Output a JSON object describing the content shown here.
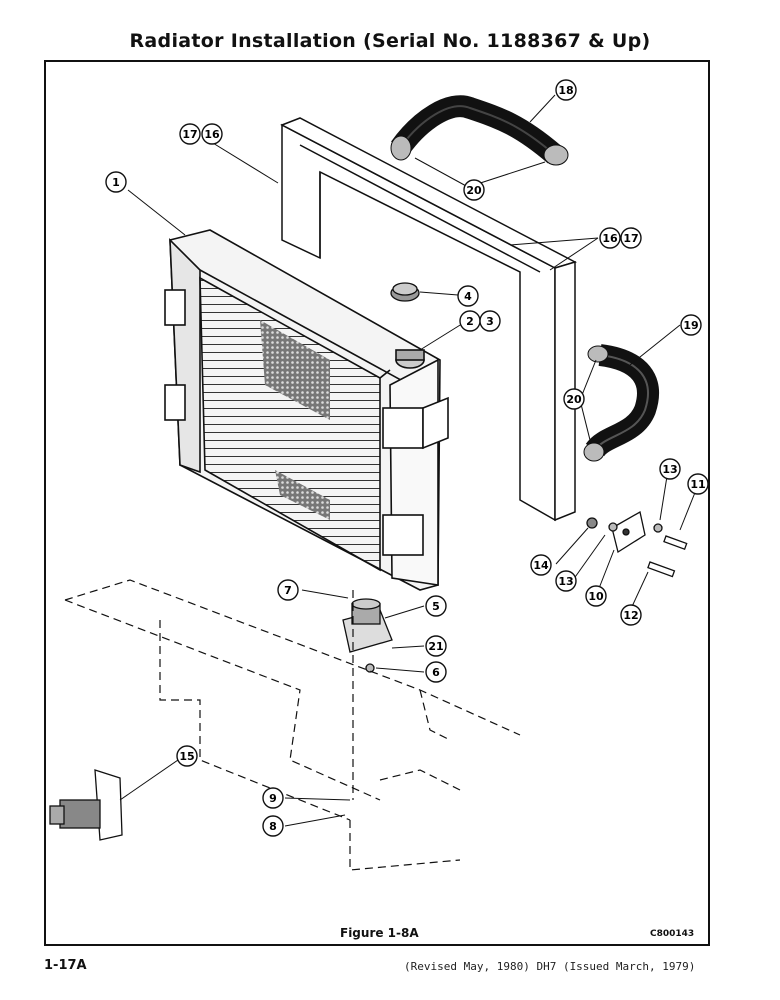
{
  "page_title": "Radiator Installation (Serial No. 1188367 & Up)",
  "figure_caption": "Figure 1-8A",
  "figure_code": "C800143",
  "page_number": "1-17A",
  "revision_note": "(Revised May, 1980) DH7 (Issued March, 1979)",
  "callouts": [
    {
      "id": "c1",
      "label": "1"
    },
    {
      "id": "c2",
      "label": "2"
    },
    {
      "id": "c3",
      "label": "3"
    },
    {
      "id": "c4",
      "label": "4"
    },
    {
      "id": "c5",
      "label": "5"
    },
    {
      "id": "c6",
      "label": "6"
    },
    {
      "id": "c7",
      "label": "7"
    },
    {
      "id": "c8",
      "label": "8"
    },
    {
      "id": "c9",
      "label": "9"
    },
    {
      "id": "c10",
      "label": "10"
    },
    {
      "id": "c11",
      "label": "11"
    },
    {
      "id": "c12",
      "label": "12"
    },
    {
      "id": "c13a",
      "label": "13"
    },
    {
      "id": "c13b",
      "label": "13"
    },
    {
      "id": "c14",
      "label": "14"
    },
    {
      "id": "c15",
      "label": "15"
    },
    {
      "id": "c16a",
      "label": "16"
    },
    {
      "id": "c17a",
      "label": "17"
    },
    {
      "id": "c16b",
      "label": "16"
    },
    {
      "id": "c17b",
      "label": "17"
    },
    {
      "id": "c18",
      "label": "18"
    },
    {
      "id": "c19",
      "label": "19"
    },
    {
      "id": "c20a",
      "label": "20"
    },
    {
      "id": "c20b",
      "label": "20"
    },
    {
      "id": "c21",
      "label": "21"
    }
  ]
}
